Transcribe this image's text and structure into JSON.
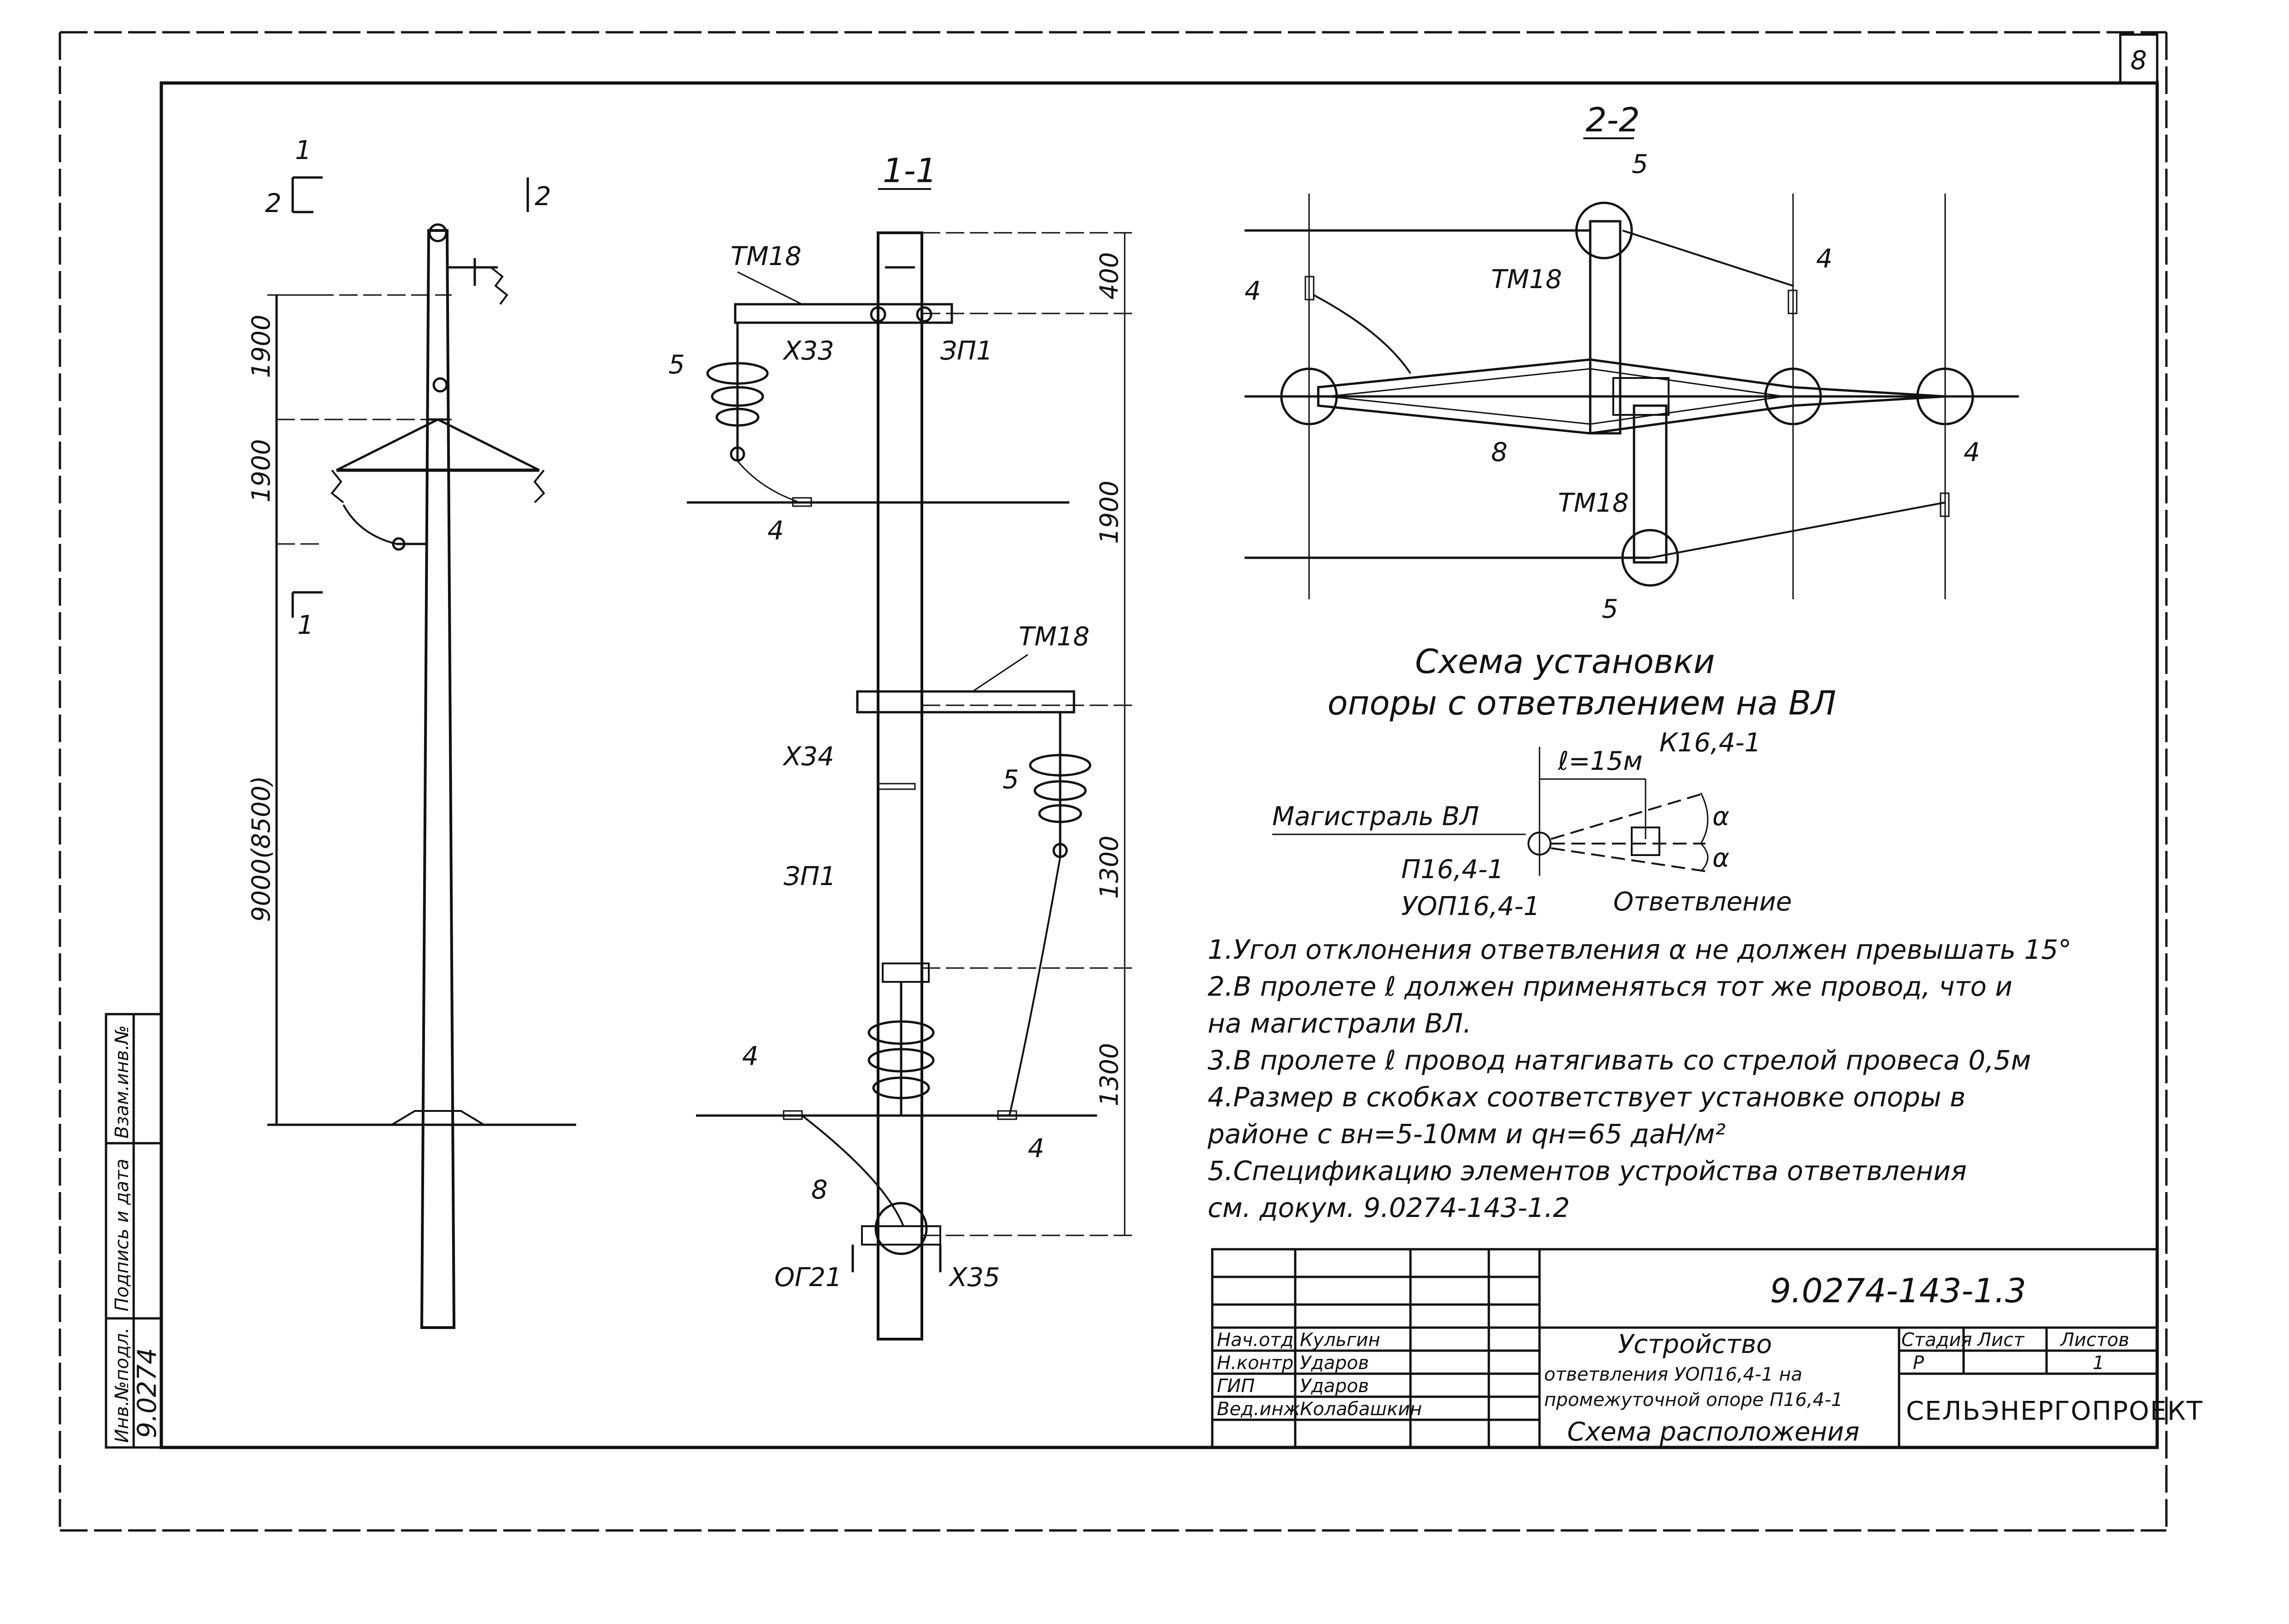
{
  "sheet": {
    "page_number": "8"
  },
  "views": {
    "sec_1_top": "1",
    "sec_2_left": "2",
    "sec_2_right": "2",
    "sec_1_bottom": "1",
    "view_1_1": "1-1",
    "view_2_2": "2-2"
  },
  "dimensions": {
    "left_1900_a": "1900",
    "left_1900_b": "1900",
    "left_9000": "9000(8500)",
    "mid_400": "400",
    "mid_1900": "1900",
    "mid_1300_a": "1300",
    "mid_1300_b": "1300"
  },
  "callouts": {
    "tm18_a": "ТМ18",
    "x33": "Х33",
    "zp1_a": "ЗП1",
    "n5_a": "5",
    "n4_a": "4",
    "tm18_b": "ТМ18",
    "x34": "Х34",
    "n5_b": "5",
    "zp1_b": "ЗП1",
    "n4_b": "4",
    "n4_c": "4",
    "n8_a": "8",
    "og21": "ОГ21",
    "x35": "Х35",
    "p_n5_top": "5",
    "p_n4_left": "4",
    "p_tm18_top": "ТМ18",
    "p_n4_right_top": "4",
    "p_n8": "8",
    "p_tm18_bottom": "ТМ18",
    "p_n4_right": "4",
    "p_n5_bottom": "5"
  },
  "scheme": {
    "title_line1": "Схема   установки",
    "title_line2": "опоры  с  ответвлением  на  ВЛ",
    "mainline": "Магистраль  ВЛ",
    "span": "ℓ=15м",
    "k164": "К16,4-1",
    "p164": "П16,4-1",
    "uop": "УОП16,4-1",
    "branch": "Ответвление",
    "alpha_top": "α",
    "alpha_bottom": "α"
  },
  "notes": [
    "1.Угол  отклонения   ответвления  α  не  должен  превышать  15°",
    "2.В  пролете   ℓ  должен   применяться   тот же   провод,  что  и",
    "на   магистрали        ВЛ.",
    "3.В  пролете  ℓ  провод   натягивать   со стрелой   провеса  0,5м",
    "4.Размер  в скобках   соответствует   установке   опоры   в",
    "районе   с   вн=5-10мм    и   qн=65 даН/м²",
    "5.Спецификацию   элементов   устройства  ответвления",
    "см.  докум.   9.0274-143-1.2"
  ],
  "title_block": {
    "doc_code": "9.0274-143-1.3",
    "roles": [
      "Нач.отд",
      "Н.контр",
      "ГИП",
      "Вед.инж"
    ],
    "names": [
      "Кульгин",
      "Ударов",
      "Ударов",
      "Колабашкин"
    ],
    "title_lines": [
      "Устройство",
      "ответвления  УОП16,4-1  на",
      "промежуточной  опоре  П16,4-1",
      "Схема  расположения"
    ],
    "stage_header": "Стадия",
    "sheet_header": "Лист",
    "sheets_header": "Листов",
    "stage": "Р",
    "sheets": "1",
    "organization": "СЕЛЬЭНЕРГОПРОЕКТ"
  },
  "side_stamp": {
    "inv_label": "Инв.№подл.",
    "sign_label": "Подпись и дата",
    "swap_label": "Взам.инв.№",
    "inv_value": "9.0274"
  }
}
